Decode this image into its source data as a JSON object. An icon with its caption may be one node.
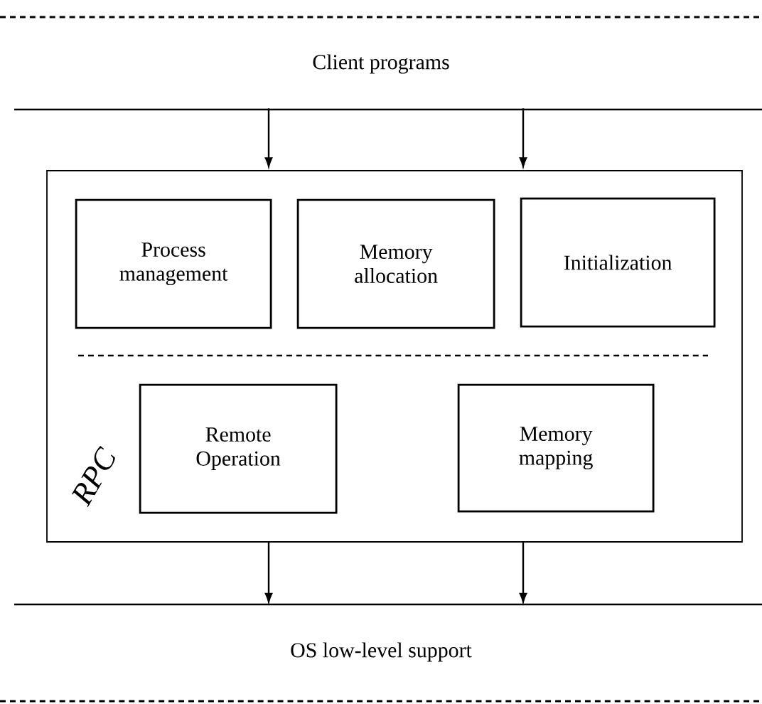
{
  "diagram": {
    "nodes": [
      {
        "text": [
          "Client programs"
        ]
      },
      {
        "text": [],
        "shape": "box"
      },
      {
        "text": [
          "Process management"
        ],
        "in": 1
      },
      {
        "text": [
          "Memory allocation"
        ],
        "in": 1
      },
      {
        "text": [
          "Initialization"
        ],
        "in": 1
      },
      {
        "text": [
          "Remote Operation"
        ],
        "in": 1
      },
      {
        "text": [
          "Memory mapping"
        ],
        "in": 1
      },
      {
        "text": [
          "OS low-level support"
        ]
      }
    ],
    "edges": [
      {
        "from": 0,
        "to": 1,
        "arrow": "to"
      },
      {
        "from": 0,
        "to": 1,
        "arrow": "to"
      },
      {
        "from": 1,
        "to": 7,
        "arrow": "to"
      },
      {
        "from": 1,
        "to": 7,
        "arrow": "to"
      }
    ],
    "labels": [
      "RPC"
    ]
  }
}
